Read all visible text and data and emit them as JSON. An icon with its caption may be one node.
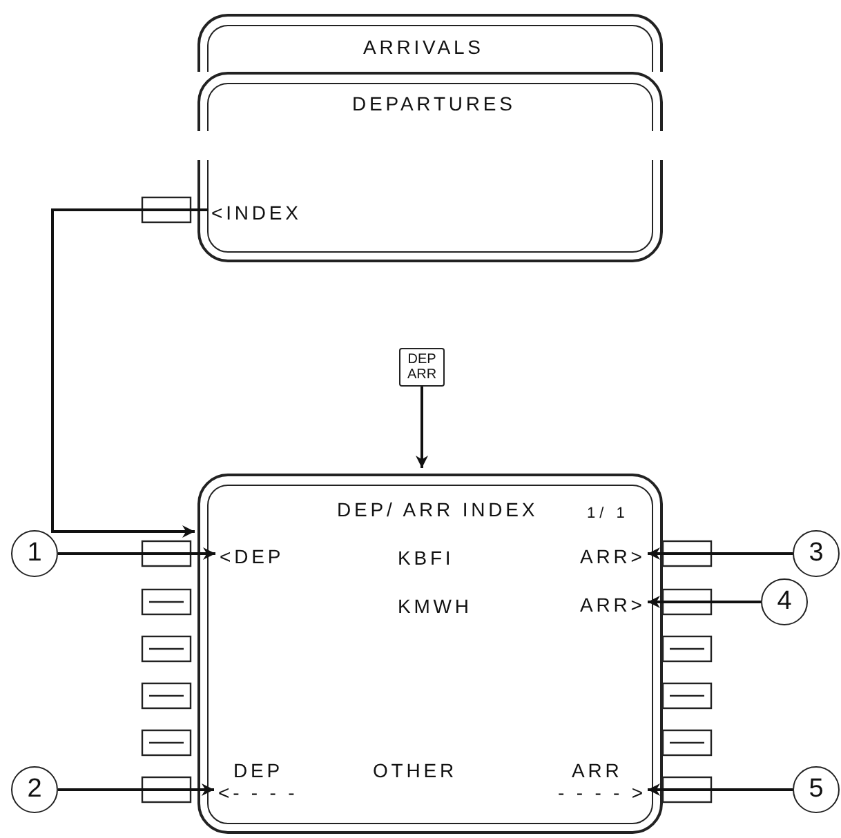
{
  "diagram": {
    "nodes": [
      {
        "text": [
          "ARRIVALS"
        ]
      },
      {
        "text": [
          "DEPARTURES"
        ]
      },
      {
        "text": [
          "<INDEX"
        ],
        "in": 1
      },
      {
        "text": [
          "DEP ARR"
        ]
      },
      {
        "text": [
          "DEP/ ARR INDEX",
          "1/ 1",
          "KBFI",
          "KMWH",
          "DEP",
          "OTHER",
          "ARR"
        ]
      },
      {
        "text": [
          "<DEP"
        ],
        "in": 4
      },
      {
        "text": [
          "ARR>"
        ],
        "in": 4
      },
      {
        "text": [
          "ARR>"
        ],
        "in": 4
      },
      {
        "text": [
          "<- - - -"
        ],
        "in": 4
      },
      {
        "text": [
          "- - - - >"
        ],
        "in": 4
      },
      {
        "text": [
          "1"
        ]
      },
      {
        "text": [
          "2"
        ]
      },
      {
        "text": [
          "3"
        ]
      },
      {
        "text": [
          "4"
        ]
      },
      {
        "text": [
          "5"
        ]
      }
    ],
    "edges": [
      {
        "from": 2,
        "to": 4,
        "arrow": "to"
      },
      {
        "from": 3,
        "to": 4,
        "arrow": "to"
      },
      {
        "from": 10,
        "to": 5,
        "arrow": "to"
      },
      {
        "from": 11,
        "to": 8,
        "arrow": "to"
      },
      {
        "from": 12,
        "to": 6,
        "arrow": "to"
      },
      {
        "from": 13,
        "to": 7,
        "arrow": "to"
      },
      {
        "from": 14,
        "to": 9,
        "arrow": "to"
      }
    ]
  }
}
